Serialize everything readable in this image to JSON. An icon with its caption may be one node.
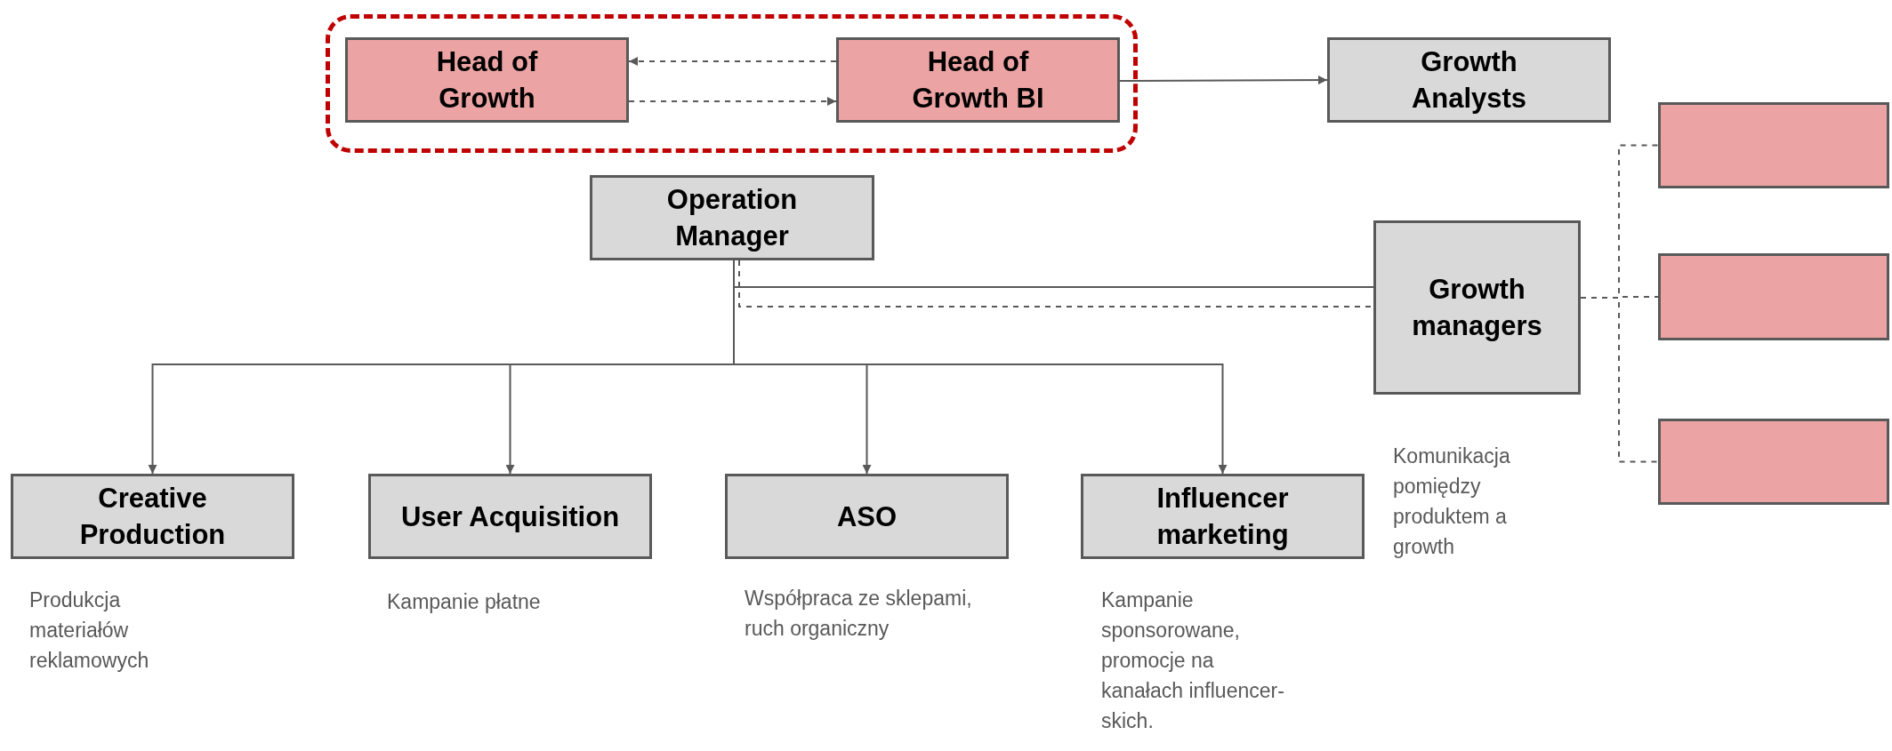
{
  "diagram": {
    "nodes": [
      {
        "text": [],
        "shape": "box"
      },
      {
        "text": [
          "Head of Growth"
        ],
        "in": 0
      },
      {
        "text": [
          "Head of Growth BI"
        ],
        "in": 0
      },
      {
        "text": [
          "Growth Analysts"
        ]
      },
      {
        "text": [
          "Operation Manager"
        ]
      },
      {
        "text": [
          "Growth managers"
        ]
      },
      {
        "text": [],
        "shape": "box"
      },
      {
        "text": [],
        "shape": "box"
      },
      {
        "text": [],
        "shape": "box"
      },
      {
        "text": [
          "Creative Production"
        ],
        "beside": [
          "Produkcja materiałów reklamowych"
        ]
      },
      {
        "text": [
          "User Acquisition"
        ],
        "beside": [
          "Kampanie płatne"
        ]
      },
      {
        "text": [
          "ASO"
        ],
        "beside": [
          "Współpraca ze sklepami, ruch organiczny"
        ]
      },
      {
        "text": [
          "Influencer marketing"
        ],
        "beside": [
          "Kampanie sponsorowane, promocje na kanałach influencer- skich."
        ]
      }
    ],
    "edges": [
      {
        "from": 2,
        "to": 1,
        "arrow": "to",
        "style": "dashed"
      },
      {
        "from": 1,
        "to": 2,
        "arrow": "to",
        "style": "dashed"
      },
      {
        "from": 2,
        "to": 3,
        "arrow": "to"
      },
      {
        "from": 4,
        "to": 9,
        "arrow": "to"
      },
      {
        "from": 4,
        "to": 10,
        "arrow": "to"
      },
      {
        "from": 4,
        "to": 11,
        "arrow": "to"
      },
      {
        "from": 4,
        "to": 12,
        "arrow": "to"
      },
      {
        "from": 4,
        "to": 5,
        "arrow": "none"
      },
      {
        "from": 4,
        "to": 5,
        "arrow": "none",
        "style": "dashed"
      },
      {
        "from": 5,
        "to": 6,
        "arrow": "none",
        "style": "dashed"
      },
      {
        "from": 5,
        "to": 7,
        "arrow": "none",
        "style": "dashed"
      },
      {
        "from": 5,
        "to": 8,
        "arrow": "none",
        "style": "dashed"
      }
    ],
    "labels": [
      "Komunikacja pomiędzy produktem a growth"
    ]
  }
}
